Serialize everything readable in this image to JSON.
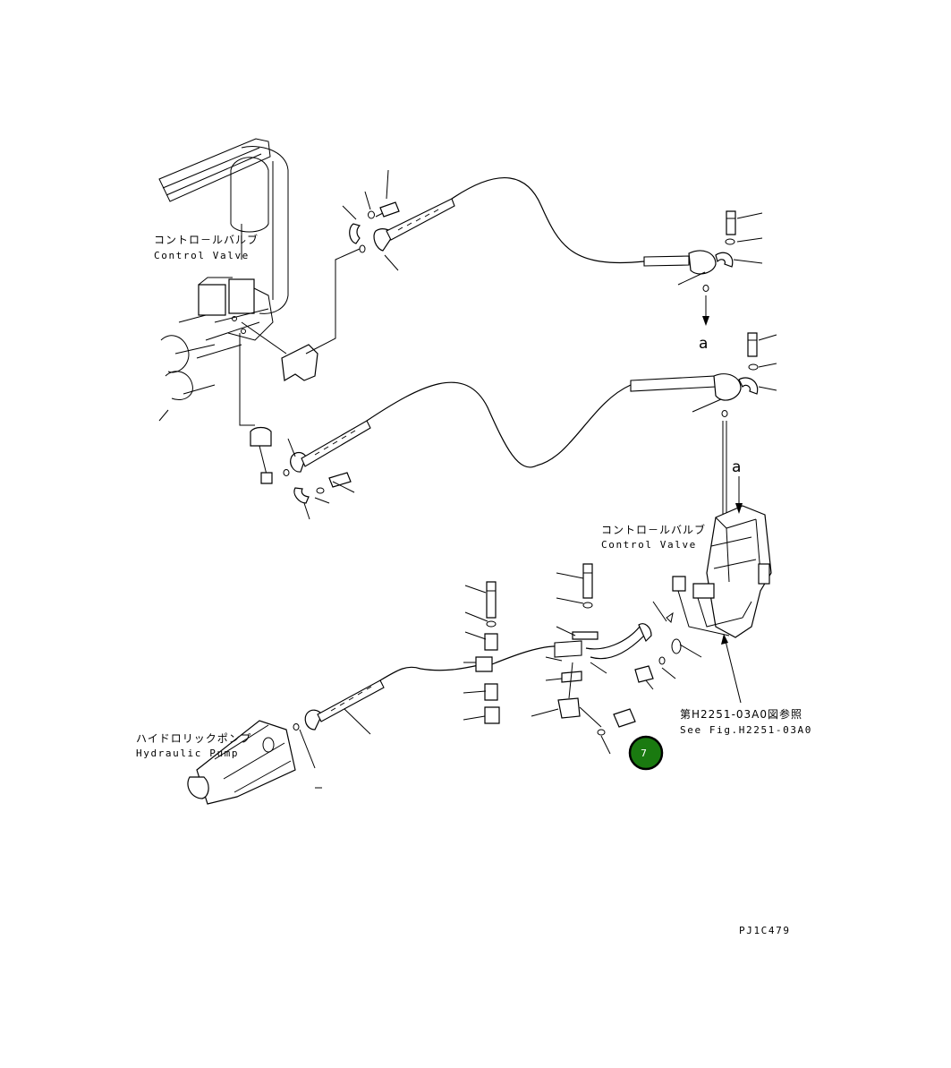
{
  "labels": {
    "control_valve_top_jp": "コントロ－ルバルブ",
    "control_valve_top_en": "Control Valve",
    "control_valve_right_jp": "コントロ－ルバルブ",
    "control_valve_right_en": "Control Valve",
    "hydraulic_pump_jp": "ハイドロリックポンプ",
    "hydraulic_pump_en": "Hydraulic Pump",
    "see_fig_jp": "第H2251-03A0図参照",
    "see_fig_en": "See Fig.H2251-03A0",
    "letter_a_1": "a",
    "letter_a_2": "a",
    "drawing_code": "PJ1C479"
  },
  "callout": {
    "number": "7",
    "color": "#1a7a10"
  }
}
